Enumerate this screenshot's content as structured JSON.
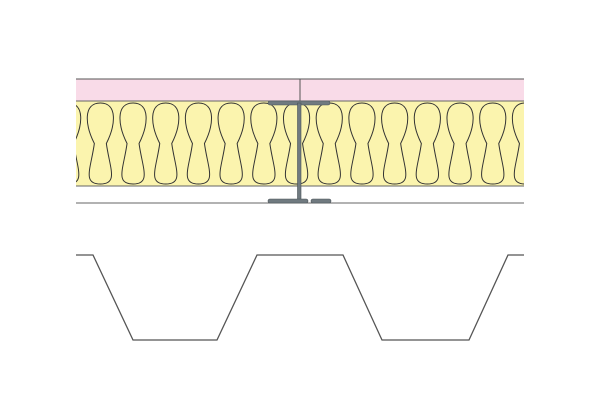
{
  "colors": {
    "board": "#f9dbe8",
    "insulation": "#fbf4ae",
    "line": "#555555",
    "steel": "#707a80",
    "background": "#ffffff"
  },
  "components": {
    "board_layer": "pink-board",
    "insulation_layer": "mineral-wool-insulation",
    "steel_section": "i-beam",
    "deck_profile": "trapezoidal-profile"
  }
}
